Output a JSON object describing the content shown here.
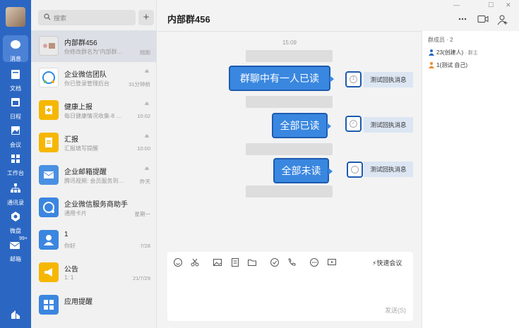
{
  "nav": {
    "items": [
      {
        "label": "消息"
      },
      {
        "label": "文档"
      },
      {
        "label": "日程"
      },
      {
        "label": "会议"
      },
      {
        "label": "工作台"
      },
      {
        "label": "通讯录"
      },
      {
        "label": "微盘"
      },
      {
        "label": "邮箱",
        "badge": "99+"
      }
    ]
  },
  "list": {
    "search_placeholder": "搜索",
    "add_label": "+",
    "items": [
      {
        "name": "内部群456",
        "sub": "你修改群名为“内部群…",
        "time": "刚刚"
      },
      {
        "name": "企业微信团队",
        "sub": "你已登录管理后台",
        "time": "31分钟前"
      },
      {
        "name": "健康上报",
        "sub": "每日健康情况收集-8 …",
        "time": "10:02"
      },
      {
        "name": "汇报",
        "sub": "汇报填写提醒",
        "time": "10:00"
      },
      {
        "name": "企业邮箱提醒",
        "sub": "腾讯视频: 会员服务到…",
        "time": "昨天"
      },
      {
        "name": "企业微信服务商助手",
        "sub": "通用卡片",
        "time": "星期一"
      },
      {
        "name": "1",
        "sub": "你好",
        "time": "7/28"
      },
      {
        "name": "公告",
        "sub": "1: 1",
        "time": "21/7/29"
      },
      {
        "name": "应用提醒",
        "sub": "",
        "time": ""
      }
    ]
  },
  "chat": {
    "title": "内部群456",
    "timestamp": "15:09",
    "messages": [
      {
        "text": "群聊中有一人已读",
        "status": "1",
        "tag": "测试回执消息"
      },
      {
        "text": "全部已读",
        "status": "✓",
        "tag": "测试回执消息"
      },
      {
        "text": "全部未读",
        "status": "",
        "tag": "测试回执消息"
      }
    ],
    "meeting_label": "快速会议",
    "send_label": "发送(S)"
  },
  "members": {
    "title": "群成员 · 2",
    "list": [
      {
        "name": "23(创建人)",
        "role": "· 群主"
      },
      {
        "name": "1(测试 自己)",
        "role": ""
      }
    ]
  },
  "colors": {
    "nav_bg": "#2b67c2",
    "bubble": "#3a87e0",
    "highlight_border": "#1d5bb0"
  }
}
